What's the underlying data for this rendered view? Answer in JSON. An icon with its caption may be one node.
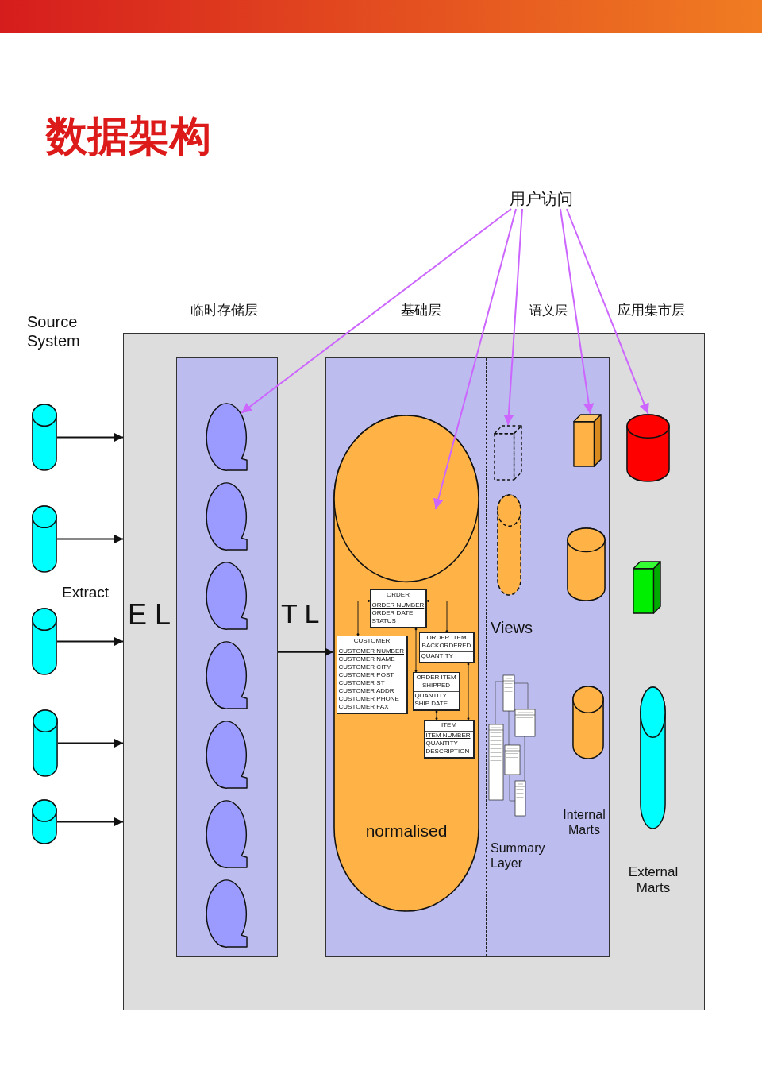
{
  "diagram": {
    "title": "数据架构",
    "nodes": [
      {
        "text": [
          "用户访问"
        ]
      },
      {
        "text": [],
        "shape": "cylinder"
      },
      {
        "text": [],
        "shape": "cylinder"
      },
      {
        "text": [],
        "shape": "cylinder"
      },
      {
        "text": [],
        "shape": "cylinder"
      },
      {
        "text": [],
        "shape": "cylinder"
      },
      {
        "text": [],
        "shape": "box"
      },
      {
        "text": [],
        "shape": "box",
        "in": 6
      },
      {
        "text": [],
        "shape": "oval",
        "in": 7
      },
      {
        "text": [],
        "shape": "oval",
        "in": 7
      },
      {
        "text": [],
        "shape": "oval",
        "in": 7
      },
      {
        "text": [],
        "shape": "oval",
        "in": 7
      },
      {
        "text": [],
        "shape": "oval",
        "in": 7
      },
      {
        "text": [],
        "shape": "oval",
        "in": 7
      },
      {
        "text": [],
        "shape": "oval",
        "in": 7
      },
      {
        "text": [],
        "shape": "box",
        "in": 6
      },
      {
        "text": [
          "normalised"
        ],
        "in": 15
      },
      {
        "text": [
          "ORDER",
          "ORDER NUMBER",
          "ORDER DATE",
          "STATUS"
        ],
        "in": 16
      },
      {
        "text": [
          "ORDER ITEM BACKORDERED",
          "QUANTITY"
        ],
        "in": 16
      },
      {
        "text": [
          "CUSTOMER",
          "CUSTOMER NUMBER",
          "CUSTOMER NAME",
          "CUSTOMER CITY",
          "CUSTOMER POST",
          "CUSTOMER ST",
          "CUSTOMER ADDR",
          "CUSTOMER PHONE",
          "CUSTOMER FAX"
        ],
        "in": 16
      },
      {
        "text": [
          "ORDER ITEM SHIPPED",
          "QUANTITY",
          "SHIP DATE"
        ],
        "in": 16
      },
      {
        "text": [
          "ITEM",
          "ITEM NUMBER",
          "QUANTITY",
          "DESCRIPTION"
        ],
        "in": 16
      },
      {
        "text": [],
        "shape": "cube",
        "in": 15
      },
      {
        "text": [],
        "shape": "cylinder",
        "in": 15
      },
      {
        "text": [],
        "shape": "picture",
        "in": 15
      },
      {
        "text": [],
        "shape": "cube",
        "in": 15
      },
      {
        "text": [],
        "shape": "cylinder",
        "in": 15
      },
      {
        "text": [],
        "shape": "cylinder",
        "in": 15
      },
      {
        "text": [],
        "shape": "cylinder",
        "in": 6
      },
      {
        "text": [],
        "shape": "cube",
        "in": 6
      },
      {
        "text": [],
        "shape": "cylinder",
        "in": 6
      }
    ],
    "edges": [
      {
        "from": 1,
        "to": 6,
        "arrow": "to"
      },
      {
        "from": 2,
        "to": 6,
        "arrow": "to"
      },
      {
        "from": 3,
        "to": 6,
        "arrow": "to"
      },
      {
        "from": 4,
        "to": 6,
        "arrow": "to"
      },
      {
        "from": 5,
        "to": 6,
        "arrow": "to"
      },
      {
        "from": 7,
        "to": 16,
        "arrow": "to"
      },
      {
        "from": 0,
        "to": 8,
        "arrow": "to",
        "color": "#cc66ff"
      },
      {
        "from": 0,
        "to": 16,
        "arrow": "to",
        "color": "#cc66ff"
      },
      {
        "from": 0,
        "to": 22,
        "arrow": "to",
        "color": "#cc66ff"
      },
      {
        "from": 0,
        "to": 25,
        "arrow": "to",
        "color": "#cc66ff"
      },
      {
        "from": 0,
        "to": 28,
        "arrow": "to",
        "color": "#cc66ff"
      },
      {
        "from": 19,
        "to": 17,
        "arrow": "other"
      },
      {
        "from": 17,
        "to": 18,
        "arrow": "other"
      },
      {
        "from": 17,
        "to": 20,
        "arrow": "other"
      },
      {
        "from": 18,
        "to": 21,
        "arrow": "other"
      },
      {
        "from": 20,
        "to": 21,
        "arrow": "other"
      }
    ],
    "labels": [
      "Source System",
      "临时存储层",
      "基础层",
      "语义层",
      "应用集市层",
      "Extract",
      "E L",
      "T L",
      "Views",
      "Summary Layer",
      "Internal Marts",
      "External Marts"
    ]
  }
}
